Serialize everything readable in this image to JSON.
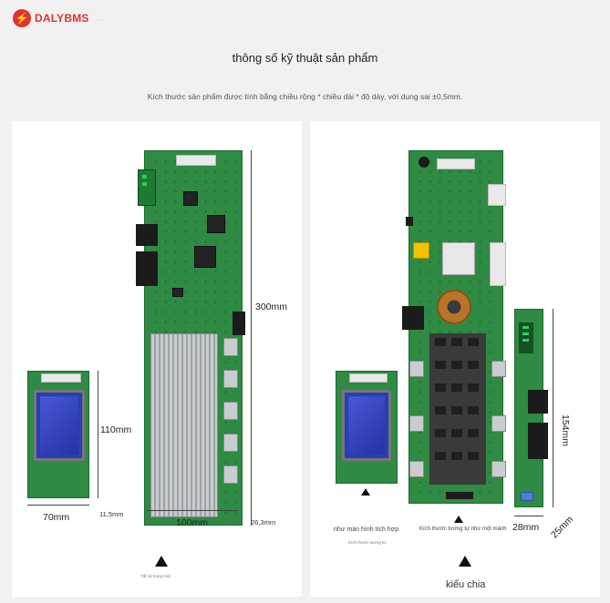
{
  "header": {
    "brand": "DALYBMS",
    "brand_faint": "..."
  },
  "title": "thông số kỹ thuật sản phẩm",
  "note": "Kích thước sản phẩm được tính bằng chiều rộng * chiều dài * độ dày, với dung sai ±0,5mm.",
  "left": {
    "height": "300mm",
    "lcd_height": "110mm",
    "lcd_width": "70mm",
    "lcd_thickness": "11,5mm",
    "board_width": "100mm",
    "board_thickness": "26,3mm",
    "caption": "Tất cả trong một"
  },
  "right": {
    "module_height": "154mm",
    "module_width": "28mm",
    "module_thickness": "25mm",
    "caption_lcd": "như màn hình tích hợp",
    "caption_lcd_sub": "Kích thước tương tự",
    "caption_board": "Kích thước tương tự như một mảnh",
    "style_label": "kiểu chia"
  }
}
